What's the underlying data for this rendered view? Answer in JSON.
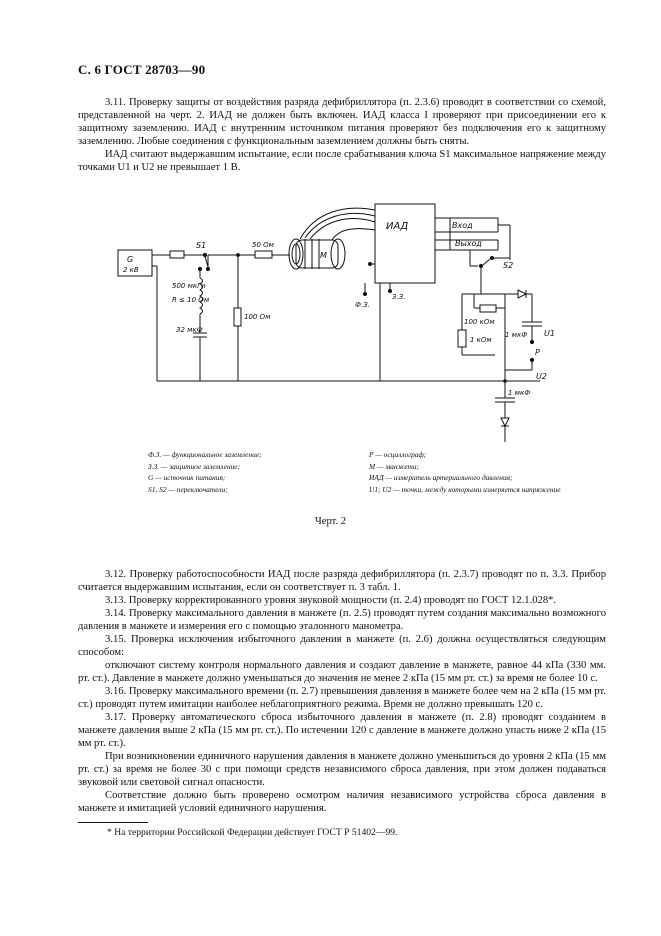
{
  "header": "С. 6 ГОСТ 28703—90",
  "intro": [
    "3.11. Проверку защиты от воздействия разряда дефибриллятора (п. 2.3.6) проводят в соответствии со схемой, представленной на черт. 2. ИАД не должен быть включен. ИАД класса I проверяют при присоединении его к защитному заземлению. ИАД с внутренним источником питания проверяют без подключения его к защитному заземлению. Любые соединения с функциональным заземлением должны быть сняты.",
    "ИАД считают выдержавшим испытание, если после срабатывания ключа S1 максимальное напряжение между точками U1 и U2 не превышает 1 В."
  ],
  "diagram": {
    "g_label": "G",
    "g_value": "2 кВ",
    "s1": "S1",
    "s2": "S2",
    "r50": "50 Ом",
    "inductor": "500 мкГн",
    "r_le": "R ≤ 10 Ом",
    "c32": "32 мкФ",
    "r100": "100 Ом",
    "m": "М",
    "iad": "ИАД",
    "vhod": "Вход",
    "vyhod": "Выход",
    "f3": "Ф.З.",
    "z33": "З.З.",
    "r100k": "100 кОм",
    "r1k": "1 кОм",
    "c1a": "1 мкФ",
    "c1b": "1 мкФ",
    "u1": "U1",
    "u2": "U2",
    "p": "P"
  },
  "legend": {
    "left": [
      "Ф.З. — функциональное заземление;",
      "З.З. — защитное заземление;",
      "G — источник питания;",
      "S1, S2 — переключатели;"
    ],
    "right": [
      "P — осциллограф;",
      "М — манжета;",
      "ИАД — измеритель артериального давления;",
      "U1; U2 — точки, между которыми измеряется напряжение"
    ]
  },
  "caption": "Черт. 2",
  "body": [
    "3.12. Проверку работоспособности ИАД после разряда дефибриллятора (п. 2.3.7) проводят по п. 3.3. Прибор считается выдержавшим испытания, если он соответствует п. 3 табл. 1.",
    "3.13. Проверку корректированного уровня звуковой мощности (п. 2.4) проводят по ГОСТ 12.1.028*.",
    "3.14. Проверку максимального давления в манжете (п. 2.5) проводят путем создания максимально возможного давления в манжете и измерения его с помощью эталонного манометра.",
    "3.15. Проверка исключения избыточного давления в манжете (п. 2.6) должна осуществляться следующим способом:",
    "отключают систему контроля нормального давления и создают давление в манжете, равное 44 кПа (330 мм. рт. ст.). Давление в манжете должно уменьшаться до значения не менее 2 кПа (15 мм рт. ст.) за время не более 10 с.",
    "3.16. Проверку максимального времени (п. 2.7) превышения давления в манжете более чем на 2 кПа (15 мм рт. ст.) проводят путем имитации наиболее неблагоприятного режима. Время не должно превышать 120 с.",
    "3.17. Проверку автоматического сброса избыточного давления в манжете (п. 2.8) проводят созданием в манжете давления выше 2 кПа (15 мм рт. ст.). По истечении 120 с давление в манжете должно упасть ниже 2 кПа (15 мм рт. ст.).",
    "При возникновении единичного нарушения давления в манжете должно уменьшиться до уровня 2 кПа (15 мм рт. ст.) за время не более 30 с при помощи средств независимого сброса давления, при этом должен подаваться звуковой или световой сигнал опасности.",
    "Соответствие должно быть проверено осмотром наличия независимого устройства сброса давления в манжете и имитацией условий единичного нарушения."
  ],
  "footnote": "* На территории Российской Федерации действует ГОСТ Р 51402—99."
}
